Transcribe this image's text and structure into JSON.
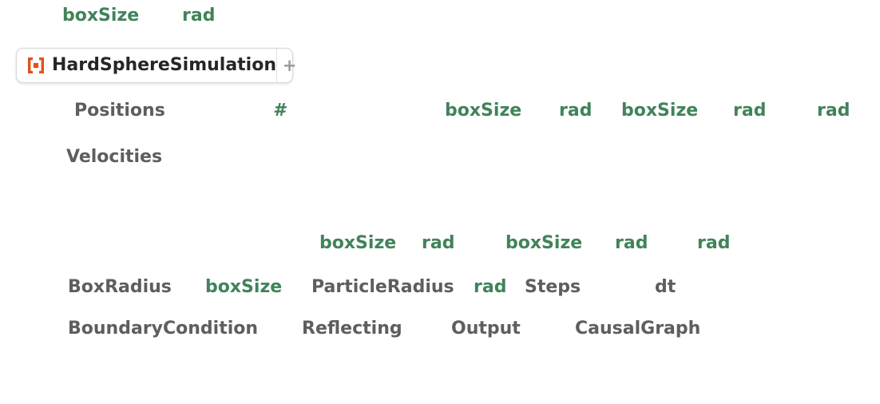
{
  "colors": {
    "background": "#ffffff",
    "variable_green": "#41835a",
    "string_gray": "#5e5e5e",
    "badge_text": "#262626",
    "badge_icon_orange": "#e2521b",
    "badge_plus_gray": "#9b9b9b"
  },
  "resource_function_badge": {
    "label": "HardSphereSimulation",
    "expander_label": "+",
    "icon": "resource-function-icon"
  },
  "code": {
    "lines": [
      {
        "name": "with-declaration-line",
        "tokens": [
          {
            "t": "boxSize",
            "c": "green"
          },
          {
            "t": "rad",
            "c": "green"
          }
        ]
      },
      {
        "name": "positions-line",
        "tokens": [
          {
            "t": "Positions",
            "c": "gray"
          },
          {
            "t": "#",
            "c": "green-slot"
          },
          {
            "t": "boxSize",
            "c": "green"
          },
          {
            "t": "rad",
            "c": "green"
          },
          {
            "t": "boxSize",
            "c": "green"
          },
          {
            "t": "rad",
            "c": "green"
          },
          {
            "t": "rad",
            "c": "green"
          }
        ]
      },
      {
        "name": "velocities-line",
        "tokens": [
          {
            "t": "Velocities",
            "c": "gray"
          }
        ]
      },
      {
        "name": "random-range-line",
        "tokens": [
          {
            "t": "boxSize",
            "c": "green"
          },
          {
            "t": "rad",
            "c": "green"
          },
          {
            "t": "boxSize",
            "c": "green"
          },
          {
            "t": "rad",
            "c": "green"
          },
          {
            "t": "rad",
            "c": "green"
          }
        ]
      },
      {
        "name": "options-line-1",
        "tokens": [
          {
            "t": "BoxRadius",
            "c": "gray"
          },
          {
            "t": "boxSize",
            "c": "green"
          },
          {
            "t": "ParticleRadius",
            "c": "gray"
          },
          {
            "t": "rad",
            "c": "green"
          },
          {
            "t": "Steps",
            "c": "gray"
          },
          {
            "t": "dt",
            "c": "gray"
          }
        ]
      },
      {
        "name": "options-line-2",
        "tokens": [
          {
            "t": "BoundaryCondition",
            "c": "gray"
          },
          {
            "t": "Reflecting",
            "c": "gray"
          },
          {
            "t": "Output",
            "c": "gray"
          },
          {
            "t": "CausalGraph",
            "c": "gray"
          }
        ]
      }
    ]
  }
}
